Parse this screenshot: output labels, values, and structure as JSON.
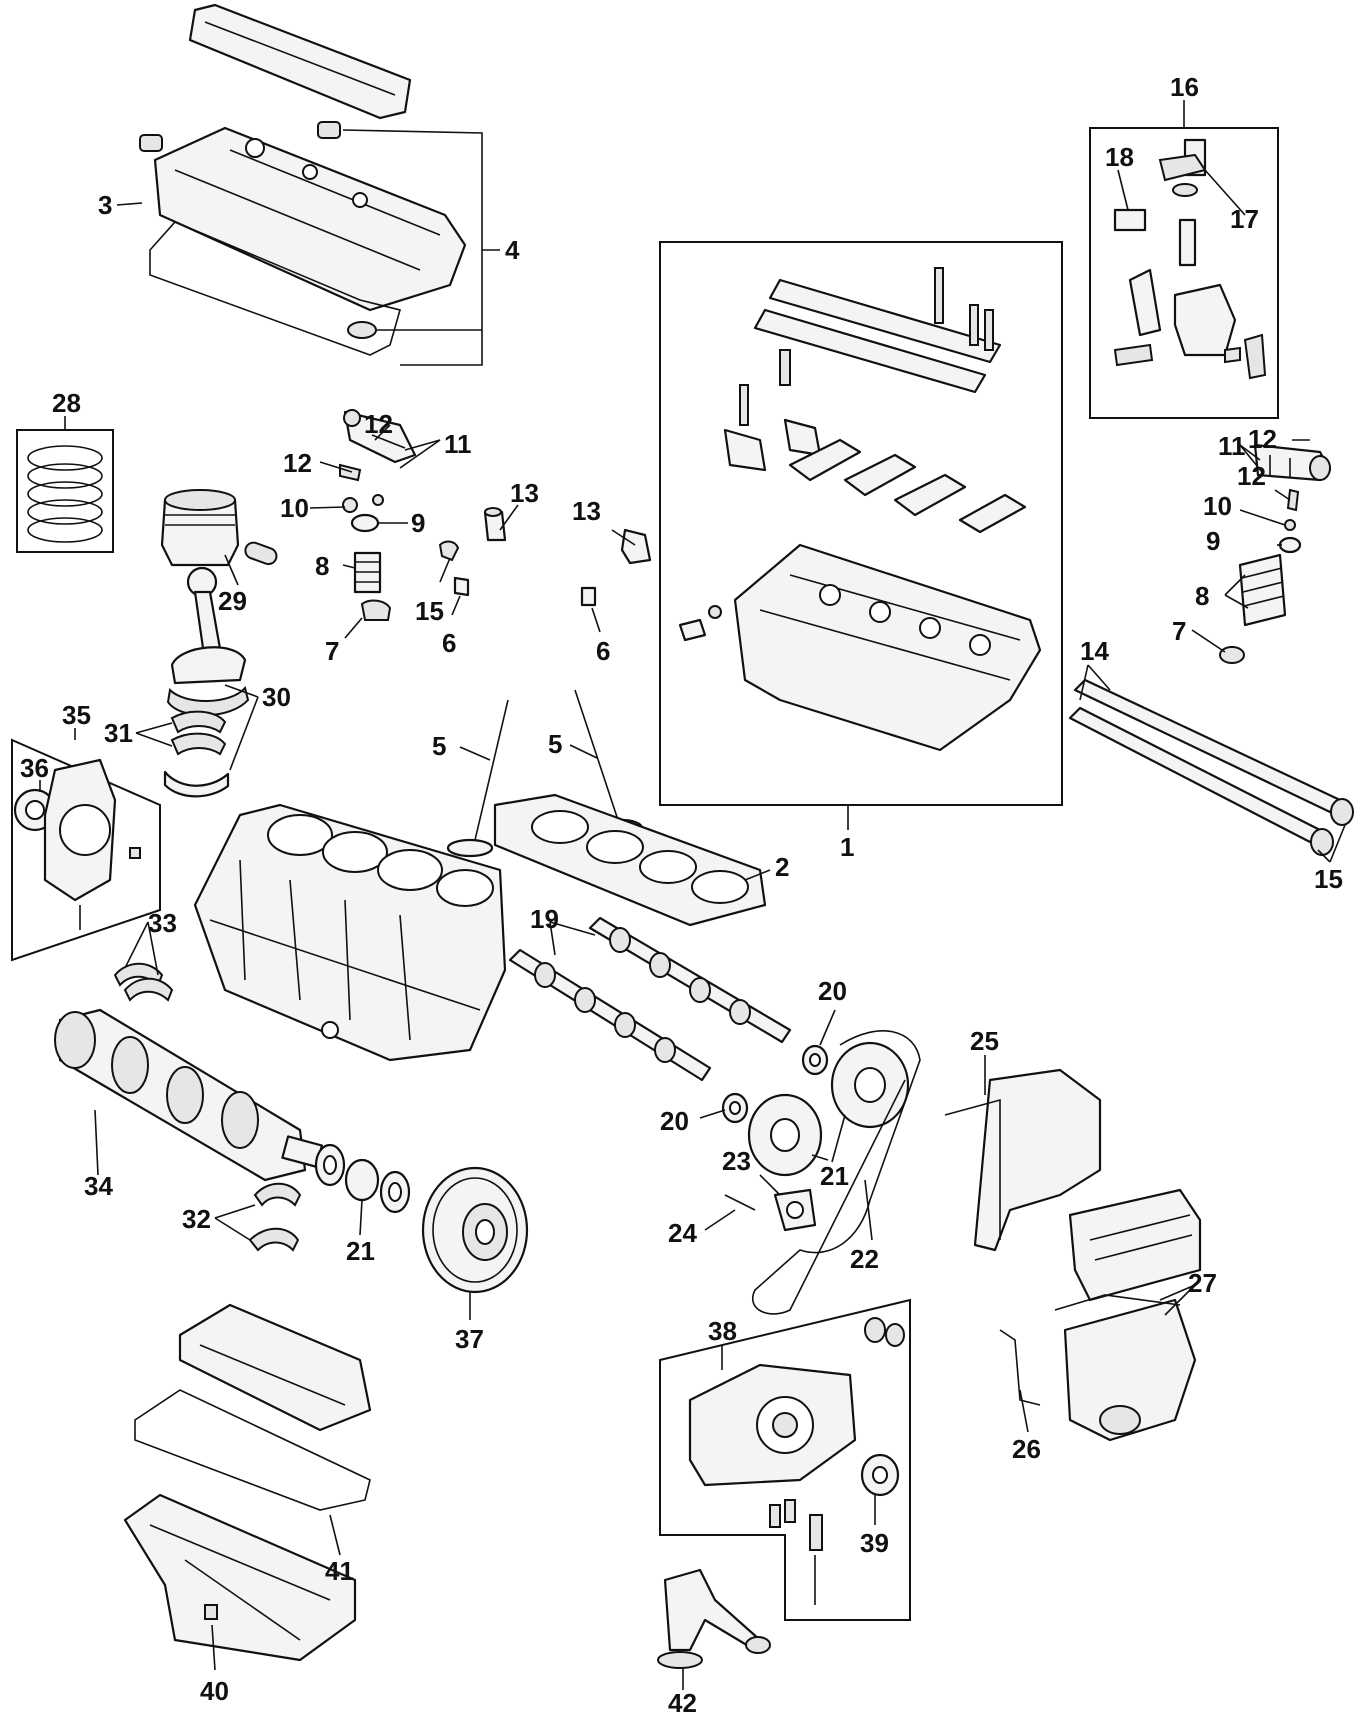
{
  "callouts": {
    "c1": "1",
    "c2": "2",
    "c3": "3",
    "c4": "4",
    "c5a": "5",
    "c5b": "5",
    "c6a": "6",
    "c6b": "6",
    "c7a": "7",
    "c7b": "7",
    "c8a": "8",
    "c8b": "8",
    "c9a": "9",
    "c9b": "9",
    "c10a": "10",
    "c10b": "10",
    "c11a": "11",
    "c11b": "11",
    "c12a": "12",
    "c12b": "12",
    "c12c": "12",
    "c12d": "12",
    "c13a": "13",
    "c13b": "13",
    "c14": "14",
    "c15a": "15",
    "c15b": "15",
    "c16": "16",
    "c17": "17",
    "c18": "18",
    "c19": "19",
    "c20a": "20",
    "c20b": "20",
    "c21a": "21",
    "c21b": "21",
    "c22": "22",
    "c23": "23",
    "c24": "24",
    "c25": "25",
    "c26": "26",
    "c27": "27",
    "c28": "28",
    "c29": "29",
    "c30": "30",
    "c31": "31",
    "c32": "32",
    "c33": "33",
    "c34": "34",
    "c35": "35",
    "c36": "36",
    "c37": "37",
    "c38": "38",
    "c39": "39",
    "c40": "40",
    "c41": "41",
    "c42": "42"
  }
}
